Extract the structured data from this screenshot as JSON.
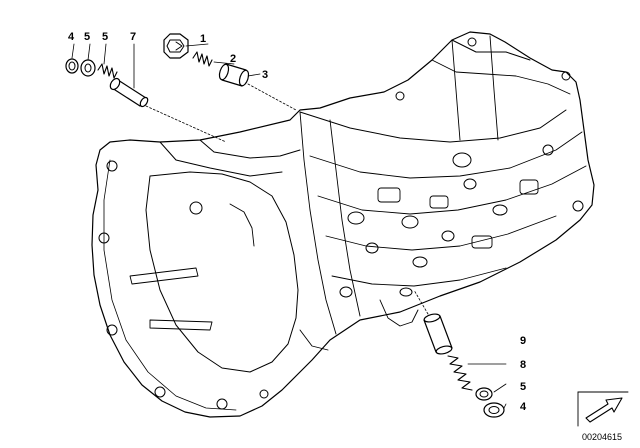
{
  "callouts": {
    "label_1": "1",
    "label_2": "2",
    "label_3": "3",
    "label_4_top": "4",
    "label_5_top_a": "5",
    "label_5_top_b": "5",
    "label_7": "7",
    "label_9": "9",
    "label_8": "8",
    "label_5_bottom": "5",
    "label_4_bottom": "4"
  },
  "document_id": "00204615",
  "icons": {
    "orientation_arrow": "outline-arrow-icon"
  },
  "colors": {
    "ink": "#000000",
    "paper": "#ffffff"
  }
}
